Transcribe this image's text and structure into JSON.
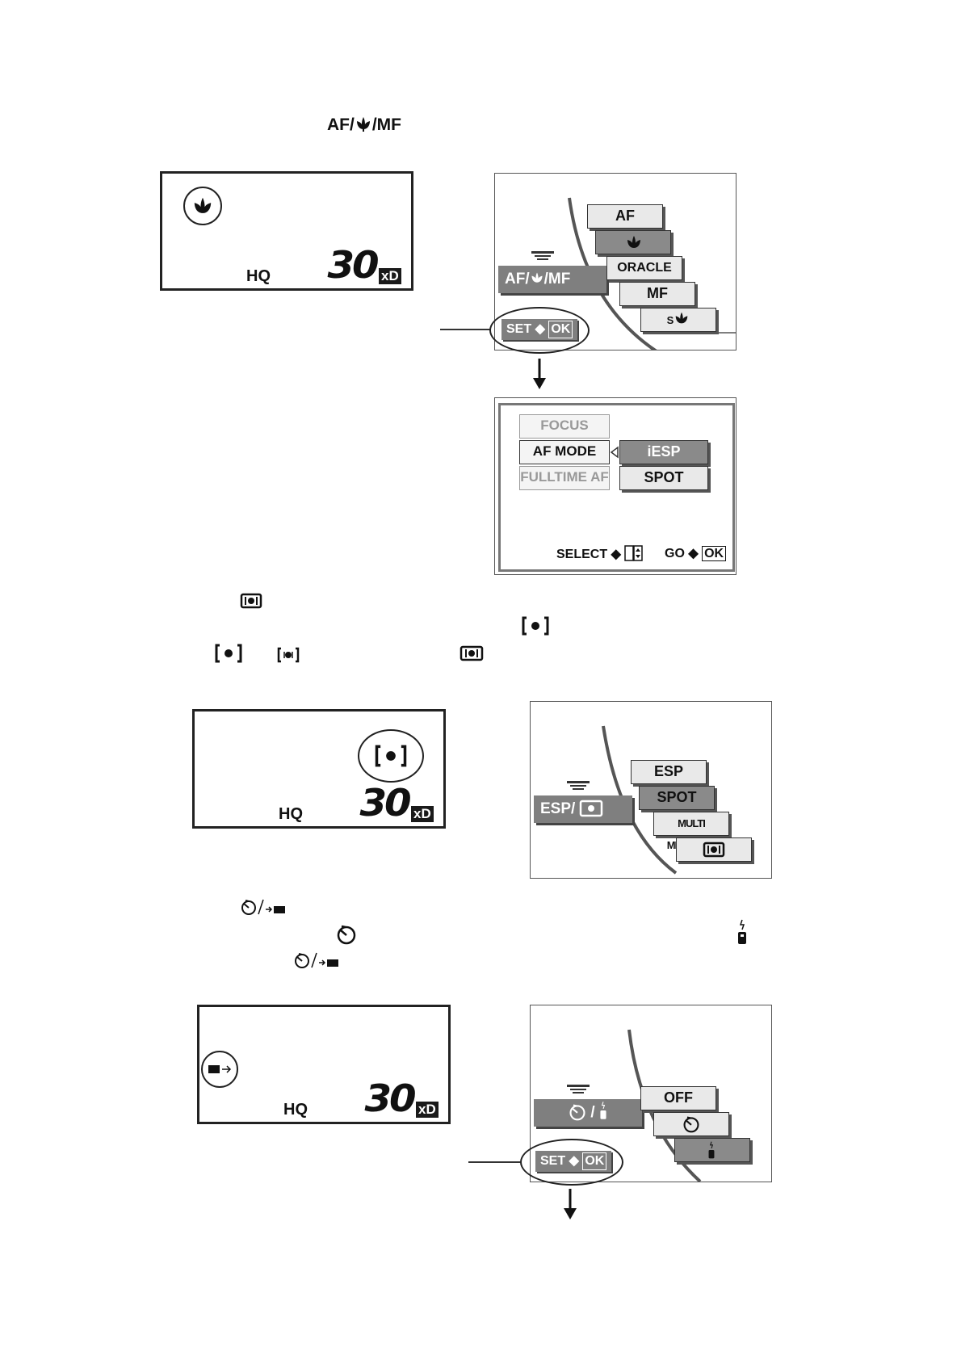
{
  "heading": {
    "prefix": "AF/",
    "suffix": "/MF"
  },
  "lcd": {
    "quality": "HQ",
    "count": "30",
    "media": "xD"
  },
  "focus_menu": {
    "tag_prefix": "AF/",
    "tag_suffix": "/MF",
    "options": [
      "AF",
      "ORACLE AF",
      "MF"
    ],
    "super_macro_prefix": "S",
    "set_label": "SET",
    "ok_label": "OK"
  },
  "af_mode_menu": {
    "items": [
      "FOCUS MODE",
      "AF MODE",
      "FULLTIME AF"
    ],
    "sub_options": [
      "iESP",
      "SPOT"
    ],
    "select_label": "SELECT",
    "go_label": "GO",
    "ok_label": "OK"
  },
  "metering_menu": {
    "tag_prefix": "ESP/",
    "options": [
      "ESP",
      "SPOT",
      "MULTI METERING"
    ]
  },
  "drive_menu": {
    "tag_sep": "/",
    "options": [
      "OFF"
    ],
    "set_label": "SET",
    "ok_label": "OK"
  }
}
